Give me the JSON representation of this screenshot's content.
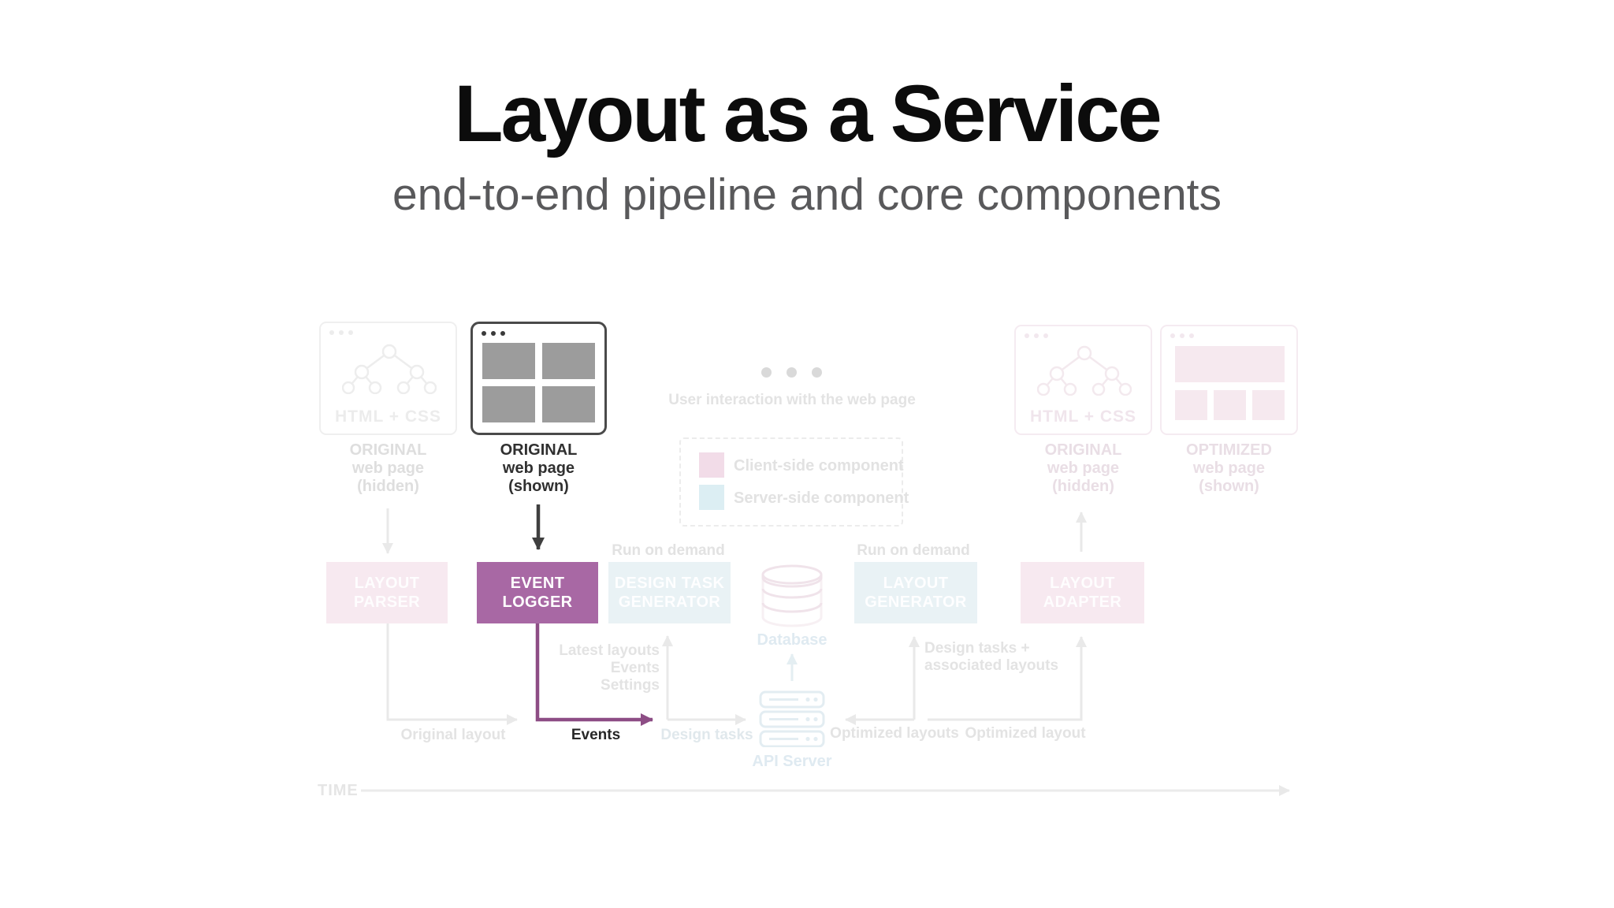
{
  "slide": {
    "title": "Layout as a Service",
    "subtitle": "end-to-end pipeline and core components"
  },
  "stages": {
    "original_hidden_left": {
      "icon_label": "HTML + CSS",
      "cap1": "ORIGINAL",
      "cap2": "web page",
      "cap3": "(hidden)"
    },
    "original_shown": {
      "cap1": "ORIGINAL",
      "cap2": "web page",
      "cap3": "(shown)"
    },
    "user_interaction_label": "User interaction with the web page",
    "original_hidden_right": {
      "icon_label": "HTML + CSS",
      "cap1": "ORIGINAL",
      "cap2": "web page",
      "cap3": "(hidden)"
    },
    "optimized_shown": {
      "cap1": "OPTIMIZED",
      "cap2": "web page",
      "cap3": "(shown)"
    }
  },
  "legend": {
    "client_label": "Client-side component",
    "server_label": "Server-side component"
  },
  "components": {
    "layout_parser_l1": "LAYOUT",
    "layout_parser_l2": "PARSER",
    "event_logger_l1": "EVENT",
    "event_logger_l2": "LOGGER",
    "design_task_generator_l1": "DESIGN TASK",
    "design_task_generator_l2": "GENERATOR",
    "layout_generator_l1": "LAYOUT",
    "layout_generator_l2": "GENERATOR",
    "layout_adapter_l1": "LAYOUT",
    "layout_adapter_l2": "ADAPTER",
    "database_label": "Database",
    "api_server_label": "API Server",
    "run_on_demand_left": "Run on demand",
    "run_on_demand_right": "Run on demand"
  },
  "flows": {
    "original_layout": "Original layout",
    "events": "Events",
    "design_tasks": "Design tasks",
    "latest_layouts": "Latest layouts",
    "events_in": "Events",
    "settings": "Settings",
    "optimized_layouts": "Optimized layouts",
    "optimized_layout": "Optimized layout",
    "design_tasks_assoc_l1": "Design tasks +",
    "design_tasks_assoc_l2": "associated layouts",
    "time": "TIME"
  },
  "colors": {
    "highlight_purple": "#a868a4",
    "purple_arrow": "#8d4d85",
    "dark_arrow": "#3f3f3f",
    "client_pink": "#f2dce8",
    "server_blue": "#dceef3",
    "faded_gray": "#e3e3e3",
    "title_black": "#0c0c0c",
    "subtitle_gray": "#59595b"
  }
}
